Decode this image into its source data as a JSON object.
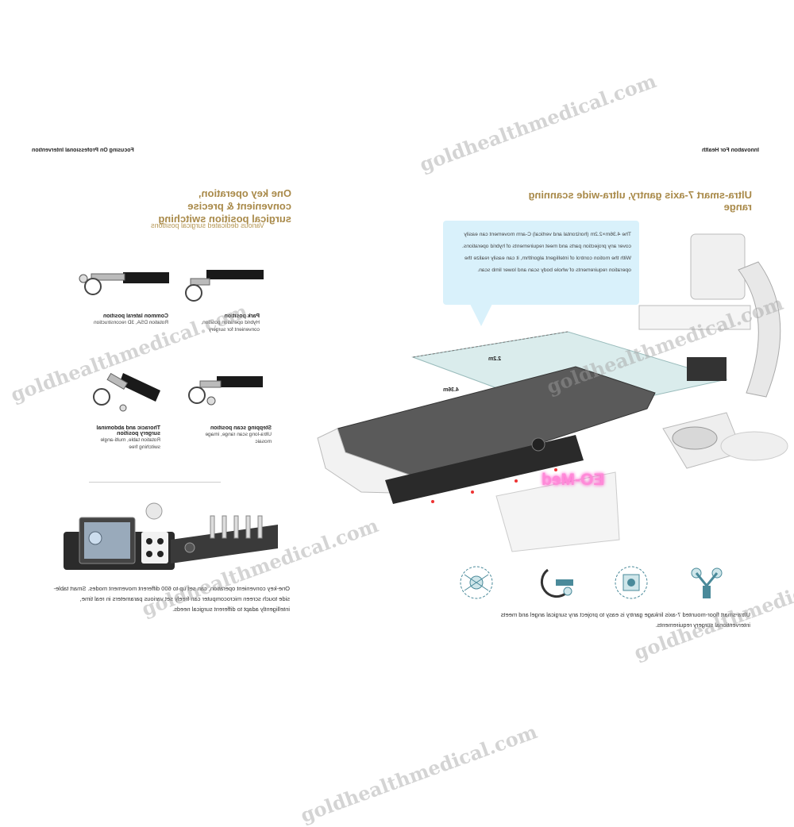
{
  "left_page": {
    "header": "Focusing On Professional Intervention",
    "title": "One key operation, convenient & precise  surgical position switching",
    "subtitle": "Various dedicated surgical positions",
    "positions": [
      {
        "label": "Common lateral position",
        "desc": "Rotation DSA, 3D reconstruction"
      },
      {
        "label": "Park position",
        "desc": "Hybrid operation position, convenient for surgery"
      },
      {
        "label": "Thoracic and abdominal surgery position",
        "desc": "Rotation table, multi-angle switching free"
      },
      {
        "label": "Stepping scan position",
        "desc": "Ultra-long scan range, image mosaic"
      }
    ],
    "body_text": "One-key convenient operation, can set up to 600 different movement modes. Smart table-side touch screen microcomputer can freely set various parameters in real time, intelligently adapt to different surgical needs."
  },
  "right_page": {
    "header": "Innovation For Health",
    "title": "Ultra-smart 7-axis gantry, ultra-wide scanning range",
    "info_text": "The 4.36m×2.2m (horizontal and vertical) C-arm movement can easily cover any projection parts and meet requirements of hybrid operations. With the motion control of intelligent algorithm, it can easily realize the operation requirements of whole body scan and lower limb scan.",
    "dim_width": "2.2m",
    "dim_length": "4.36m",
    "brand_overlay": "EO-Med",
    "body_text": "Ultra-smart floor-mounted 7-axis linkage gantry is easy to project any surgical angel and meets interventional surgery requirements."
  },
  "watermark": "goldhealthmedical.com",
  "icons": [
    "c-arm-orbit-icon-1",
    "c-arm-rotate-icon",
    "c-arm-orbit-icon-2",
    "robot-arm-icon"
  ],
  "colors": {
    "accent_gold": "#a98a4a",
    "info_box": "#d9f1fb",
    "overlay_pink": "#ff8ad8"
  }
}
